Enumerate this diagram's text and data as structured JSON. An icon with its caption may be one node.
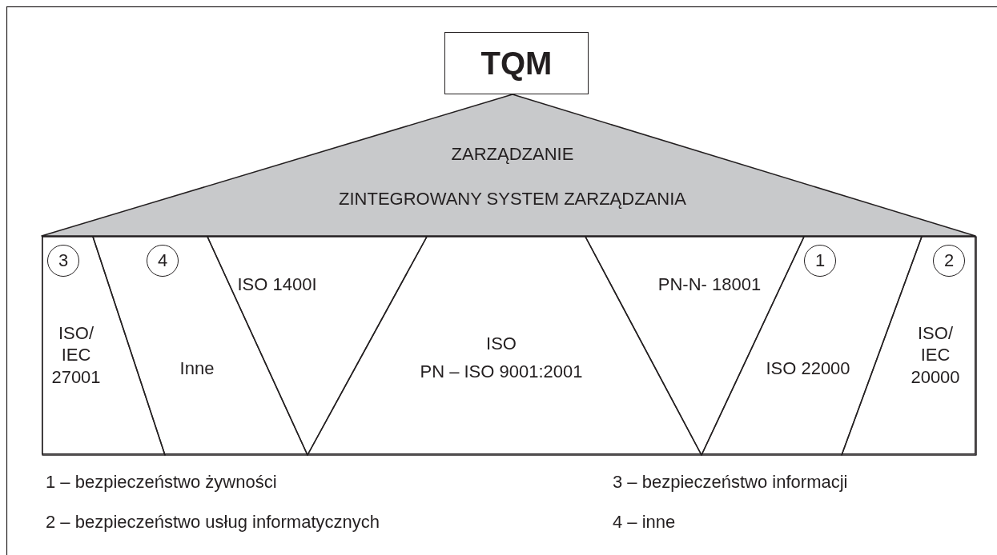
{
  "diagram": {
    "nodes": [
      {
        "text": [
          "TQM"
        ]
      },
      {
        "text": [
          "ZARZĄDZANIE",
          "ZINTEGROWANY SYSTEM ZARZĄDZANIA"
        ]
      },
      {
        "text": [],
        "shape": "box"
      },
      {
        "text": [
          "ISO/ IEC 27001"
        ],
        "in": 2
      },
      {
        "text": [
          "3"
        ],
        "in": 3
      },
      {
        "text": [
          "Inne"
        ],
        "in": 2
      },
      {
        "text": [
          "4"
        ],
        "in": 5
      },
      {
        "text": [
          "ISO 1400I"
        ],
        "in": 2
      },
      {
        "text": [
          "ISO",
          "PN – ISO 9001:2001"
        ],
        "in": 2
      },
      {
        "text": [
          "PN-N- 18001"
        ],
        "in": 2
      },
      {
        "text": [
          "ISO 22000"
        ],
        "in": 2
      },
      {
        "text": [
          "1"
        ],
        "in": 10
      },
      {
        "text": [
          "ISO/ IEC 20000"
        ],
        "in": 2
      },
      {
        "text": [
          "2"
        ],
        "in": 12
      }
    ],
    "edges": [],
    "labels": [
      "1 – bezpieczeństwo żywności",
      "3 – bezpieczeństwo informacji",
      "2 – bezpieczeństwo usług informatycznych",
      "4 – inne"
    ]
  }
}
